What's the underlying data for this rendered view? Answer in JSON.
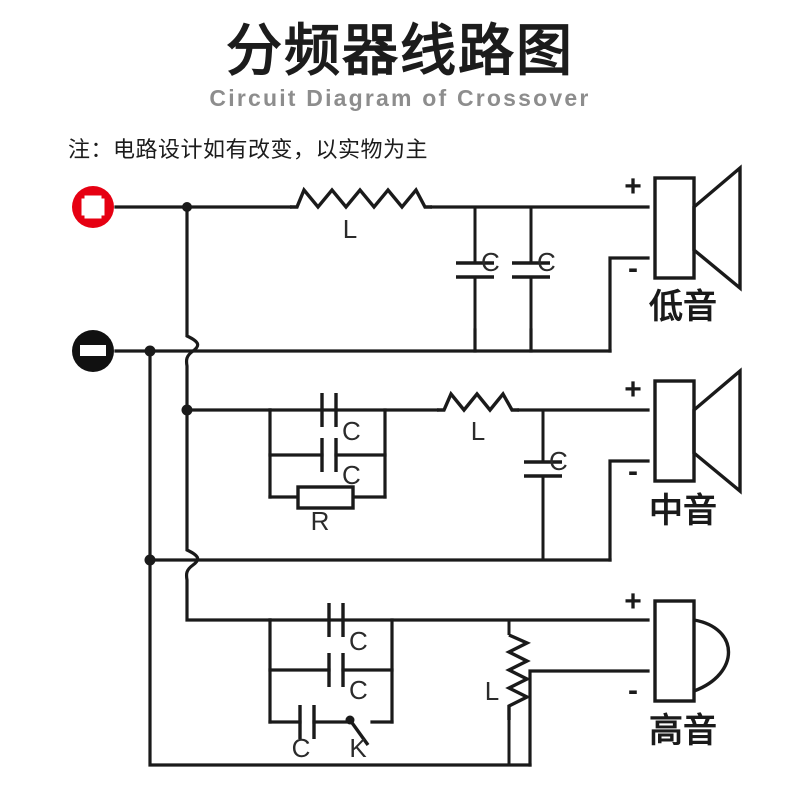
{
  "header": {
    "title_cn": "分频器线路图",
    "title_en": "Circuit Diagram of Crossover",
    "note": "注：电路设计如有改变，以实物为主"
  },
  "colors": {
    "positive_terminal": "#e60012",
    "negative_terminal": "#111111",
    "wire": "#1a1a1a",
    "title": "#1c1c1c",
    "subtitle": "#8d8d8d",
    "background": "#ffffff"
  },
  "terminals": [
    {
      "name": "positive",
      "icon": "plus-circle-icon",
      "symbol": "+",
      "color": "#e60012"
    },
    {
      "name": "negative",
      "icon": "minus-circle-icon",
      "symbol": "-",
      "color": "#111111"
    }
  ],
  "branches": [
    {
      "id": "woofer",
      "speaker_label": "低音",
      "speaker_type": "cone",
      "plus_label": "+",
      "minus_label": "-",
      "components": [
        {
          "type": "inductor",
          "label": "L",
          "orientation": "horizontal"
        },
        {
          "type": "capacitor",
          "label": "C",
          "orientation": "vertical"
        },
        {
          "type": "capacitor",
          "label": "C",
          "orientation": "vertical"
        }
      ]
    },
    {
      "id": "midrange",
      "speaker_label": "中音",
      "speaker_type": "cone",
      "plus_label": "+",
      "minus_label": "-",
      "components": [
        {
          "type": "capacitor",
          "label": "C",
          "orientation": "horizontal"
        },
        {
          "type": "capacitor",
          "label": "C",
          "orientation": "horizontal"
        },
        {
          "type": "resistor",
          "label": "R",
          "orientation": "horizontal"
        },
        {
          "type": "inductor",
          "label": "L",
          "orientation": "horizontal"
        },
        {
          "type": "capacitor",
          "label": "C",
          "orientation": "vertical"
        }
      ]
    },
    {
      "id": "tweeter",
      "speaker_label": "高音",
      "speaker_type": "dome",
      "plus_label": "+",
      "minus_label": "-",
      "components": [
        {
          "type": "capacitor",
          "label": "C",
          "orientation": "horizontal"
        },
        {
          "type": "capacitor",
          "label": "C",
          "orientation": "horizontal"
        },
        {
          "type": "capacitor",
          "label": "C",
          "orientation": "horizontal"
        },
        {
          "type": "switch",
          "label": "K",
          "orientation": "horizontal"
        },
        {
          "type": "inductor",
          "label": "L",
          "orientation": "vertical"
        }
      ]
    }
  ],
  "labels": {
    "woofer_L": "L",
    "woofer_C1": "C",
    "woofer_C2": "C",
    "woofer_plus": "+",
    "woofer_minus": "-",
    "woofer_name": "低音",
    "mid_C1": "C",
    "mid_C2": "C",
    "mid_R": "R",
    "mid_L": "L",
    "mid_C3": "C",
    "mid_plus": "+",
    "mid_minus": "-",
    "mid_name": "中音",
    "tw_C1": "C",
    "tw_C2": "C",
    "tw_C3": "C",
    "tw_K": "K",
    "tw_L": "L",
    "tw_plus": "+",
    "tw_minus": "-",
    "tw_name": "高音"
  }
}
